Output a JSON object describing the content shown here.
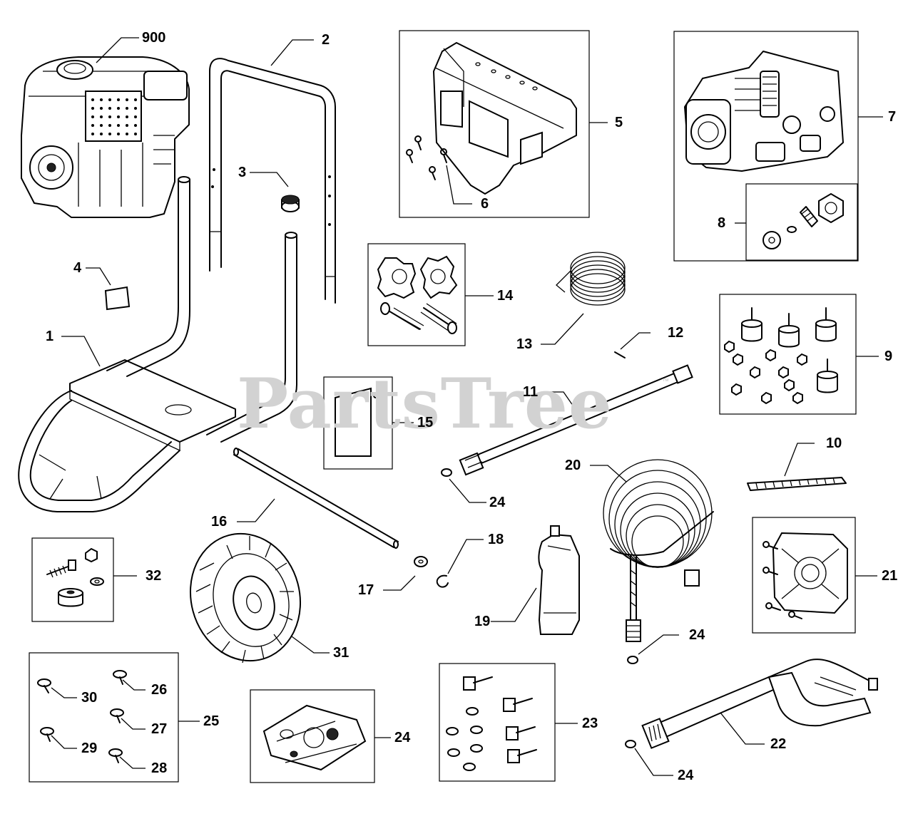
{
  "watermark": {
    "text": "PartsTree",
    "tm": "™"
  },
  "callouts": [
    {
      "id": "900",
      "label": "900"
    },
    {
      "id": "2",
      "label": "2"
    },
    {
      "id": "3",
      "label": "3"
    },
    {
      "id": "4",
      "label": "4"
    },
    {
      "id": "1",
      "label": "1"
    },
    {
      "id": "5",
      "label": "5"
    },
    {
      "id": "6",
      "label": "6"
    },
    {
      "id": "7",
      "label": "7"
    },
    {
      "id": "8",
      "label": "8"
    },
    {
      "id": "14",
      "label": "14"
    },
    {
      "id": "13",
      "label": "13"
    },
    {
      "id": "12",
      "label": "12"
    },
    {
      "id": "9",
      "label": "9"
    },
    {
      "id": "11",
      "label": "11"
    },
    {
      "id": "15",
      "label": "15"
    },
    {
      "id": "24a",
      "label": "24"
    },
    {
      "id": "10",
      "label": "10"
    },
    {
      "id": "20",
      "label": "20"
    },
    {
      "id": "16",
      "label": "16"
    },
    {
      "id": "18",
      "label": "18"
    },
    {
      "id": "17",
      "label": "17"
    },
    {
      "id": "32",
      "label": "32"
    },
    {
      "id": "21",
      "label": "21"
    },
    {
      "id": "19",
      "label": "19"
    },
    {
      "id": "31",
      "label": "31"
    },
    {
      "id": "24b",
      "label": "24"
    },
    {
      "id": "30",
      "label": "30"
    },
    {
      "id": "26",
      "label": "26"
    },
    {
      "id": "25",
      "label": "25"
    },
    {
      "id": "27",
      "label": "27"
    },
    {
      "id": "29",
      "label": "29"
    },
    {
      "id": "28",
      "label": "28"
    },
    {
      "id": "24c",
      "label": "24"
    },
    {
      "id": "23",
      "label": "23"
    },
    {
      "id": "22",
      "label": "22"
    },
    {
      "id": "24d",
      "label": "24"
    }
  ]
}
